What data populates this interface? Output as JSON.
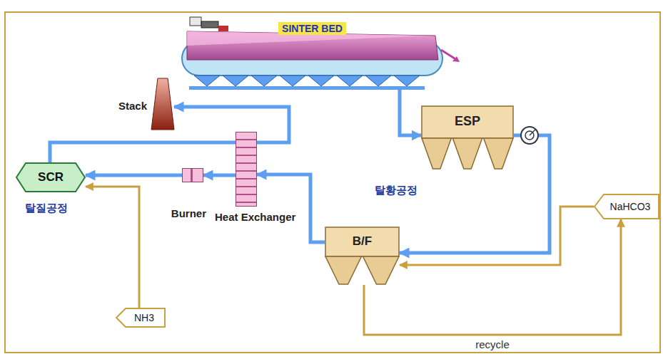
{
  "diagram": {
    "nodes": [
      {
        "text": [
          "SINTER BED"
        ]
      },
      {
        "text": [
          "ESP"
        ]
      },
      {
        "text": [
          "B/F"
        ]
      },
      {
        "text": [
          "Heat Exchanger"
        ]
      },
      {
        "text": [
          "Burner"
        ]
      },
      {
        "text": [
          "SCR"
        ]
      },
      {
        "text": [
          "Stack"
        ]
      },
      {
        "text": [
          "NH3"
        ]
      },
      {
        "text": [
          "NaHCO3"
        ]
      }
    ],
    "edges": [
      {
        "from": 0,
        "to": 1,
        "arrow": "to"
      },
      {
        "from": 1,
        "to": 2,
        "arrow": "to"
      },
      {
        "from": 2,
        "to": 3,
        "arrow": "to"
      },
      {
        "from": 3,
        "to": 4,
        "arrow": "to"
      },
      {
        "from": 4,
        "to": 5,
        "arrow": "to"
      },
      {
        "from": 5,
        "to": 3,
        "arrow": "none"
      },
      {
        "from": 3,
        "to": 6,
        "arrow": "to"
      },
      {
        "from": 7,
        "to": 5,
        "arrow": "to"
      },
      {
        "from": 8,
        "to": 2,
        "arrow": "to"
      },
      {
        "from": 2,
        "to": 8,
        "label": "recycle",
        "arrow": "to"
      }
    ],
    "labels": [
      "탈황공정",
      "탈질공정"
    ]
  }
}
